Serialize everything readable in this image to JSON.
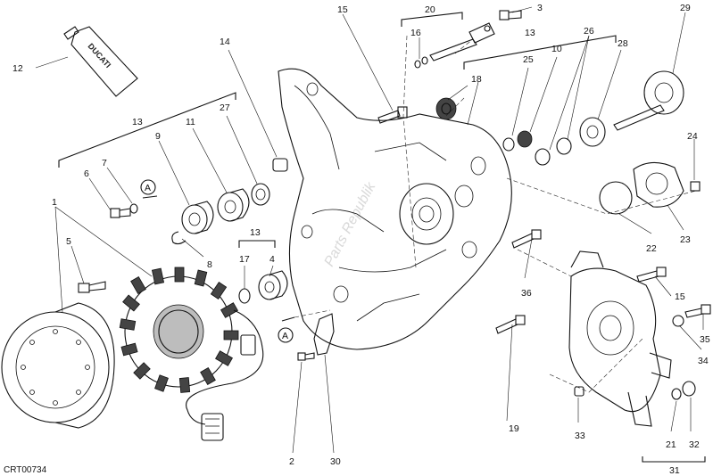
{
  "diagram": {
    "code": "CRT00734",
    "brand_text": "DUCATI",
    "watermark": "Parts Republik",
    "ref_marker": "A",
    "callouts": [
      "1",
      "2",
      "3",
      "4",
      "5",
      "6",
      "7",
      "8",
      "9",
      "10",
      "11",
      "12",
      "13",
      "14",
      "15",
      "16",
      "17",
      "18",
      "19",
      "20",
      "21",
      "22",
      "23",
      "24",
      "25",
      "26",
      "27",
      "28",
      "29",
      "30",
      "31",
      "32",
      "33",
      "34",
      "35",
      "36"
    ]
  }
}
